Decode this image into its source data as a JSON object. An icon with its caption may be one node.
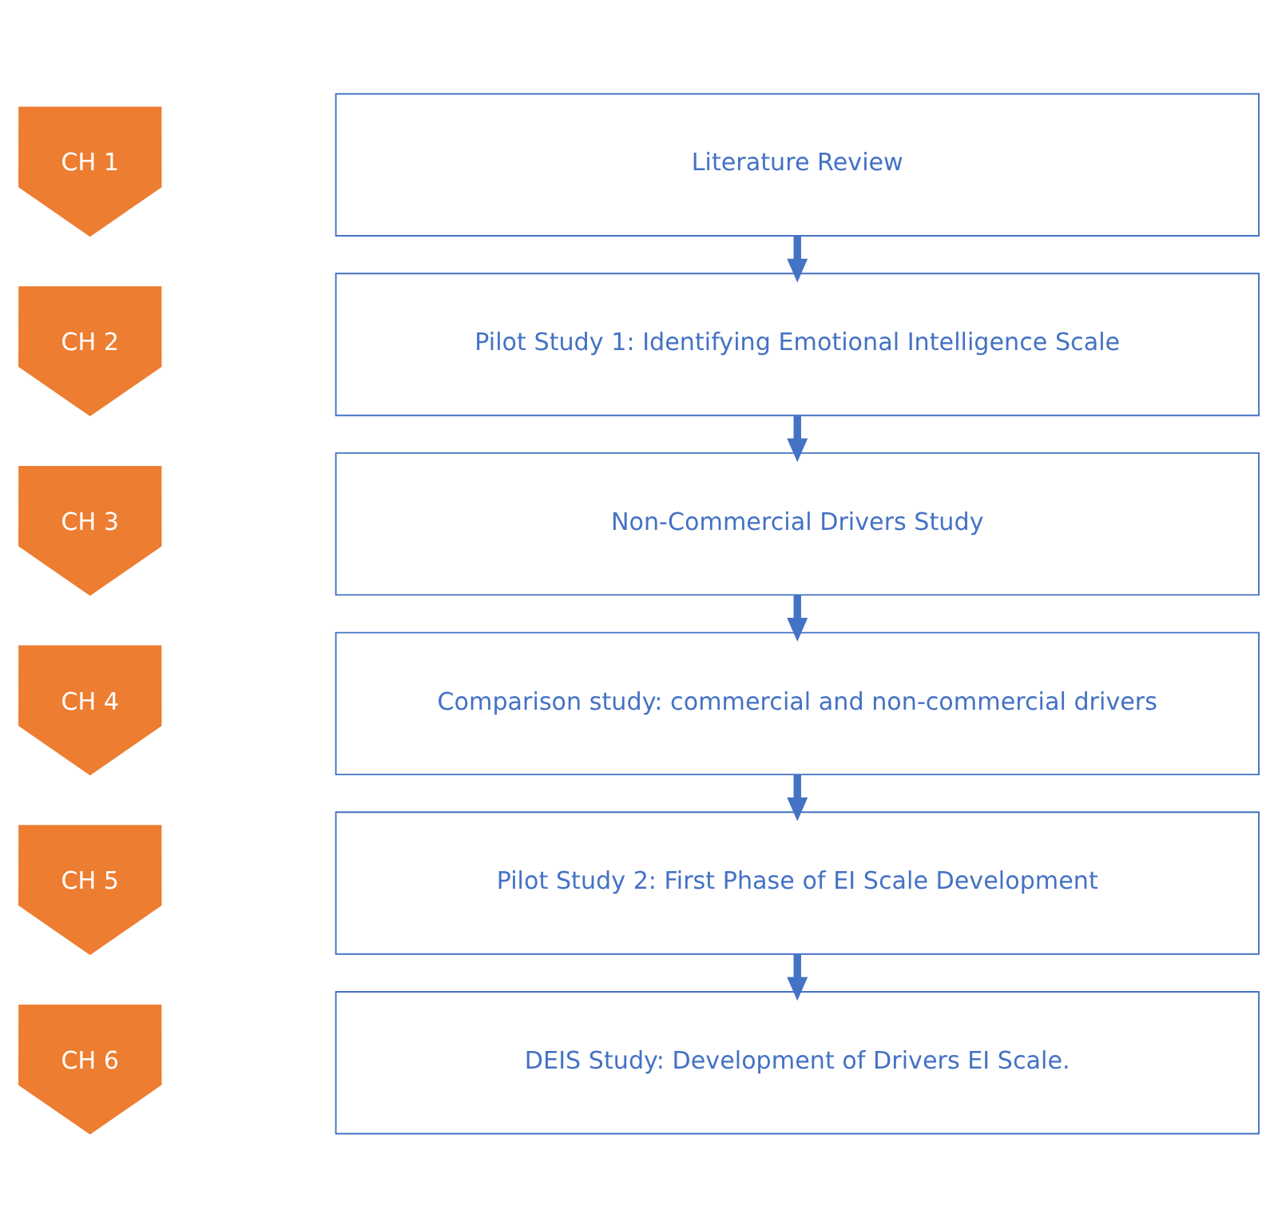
{
  "diagram": {
    "nodes": [
      {
        "text": [
          "CH 1"
        ]
      },
      {
        "text": [
          "Literature Review"
        ]
      },
      {
        "text": [
          "CH 2"
        ]
      },
      {
        "text": [
          "Pilot Study 1: Identifying Emotional Intelligence Scale"
        ]
      },
      {
        "text": [
          "CH 3"
        ]
      },
      {
        "text": [
          "Non-Commercial Drivers Study"
        ]
      },
      {
        "text": [
          "CH 4"
        ]
      },
      {
        "text": [
          "Comparison study: commercial and non-commercial drivers"
        ]
      },
      {
        "text": [
          "CH 5"
        ]
      },
      {
        "text": [
          "Pilot Study 2: First Phase of EI Scale Development"
        ]
      },
      {
        "text": [
          "CH 6"
        ]
      },
      {
        "text": [
          "DEIS Study: Development of Drivers EI Scale."
        ]
      }
    ],
    "edges": [
      {
        "from": 1,
        "to": 3,
        "arrow": "to"
      },
      {
        "from": 3,
        "to": 5,
        "arrow": "to"
      },
      {
        "from": 5,
        "to": 7,
        "arrow": "to"
      },
      {
        "from": 7,
        "to": 9,
        "arrow": "to"
      },
      {
        "from": 9,
        "to": 11,
        "arrow": "to"
      }
    ]
  }
}
